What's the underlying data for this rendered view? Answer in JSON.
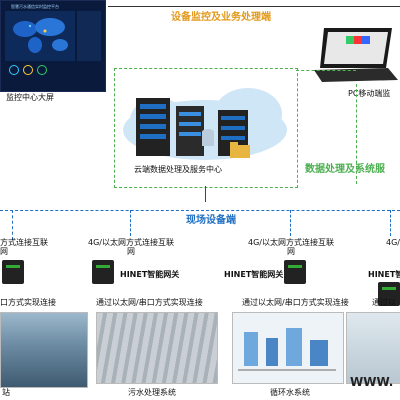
{
  "screen_monitor": {
    "screen_title": "智慧污水通信实时监控平台",
    "label": "监控中心大屏"
  },
  "business_title": "设备监控及业务处理端",
  "pc": {
    "label": "PC移动端监"
  },
  "cloud": {
    "label": "云端数据处理及服务中心"
  },
  "data_system_title": "数据处理及系统服",
  "field_title": "现场设备端",
  "devices": [
    {
      "top_label": "方式连接互联\n网",
      "gateway_label": "",
      "bottom_label": "口方式实现连接",
      "site_label": "站"
    },
    {
      "top_label": "4G/以太网方式连接互联\n网",
      "gateway_label": "HINET智能网关",
      "bottom_label": "通过以太网/串口方式实现连接",
      "site_label": "污水处理系统"
    },
    {
      "top_label": "4G/以太网方式连接互联\n网",
      "gateway_label": "HINET智能网关",
      "bottom_label": "通过以太网/串口方式实现连接",
      "site_label": "循环水系统"
    },
    {
      "top_label": "4G/",
      "gateway_label": "HINET智",
      "bottom_label": "通过以",
      "site_label": ""
    }
  ],
  "watermark": "WWW.",
  "colors": {
    "green": "#4caf50",
    "title_orange": "#e39a1c",
    "field_blue": "#1e6fc4",
    "cloud_blue": "#cfe6f7"
  }
}
